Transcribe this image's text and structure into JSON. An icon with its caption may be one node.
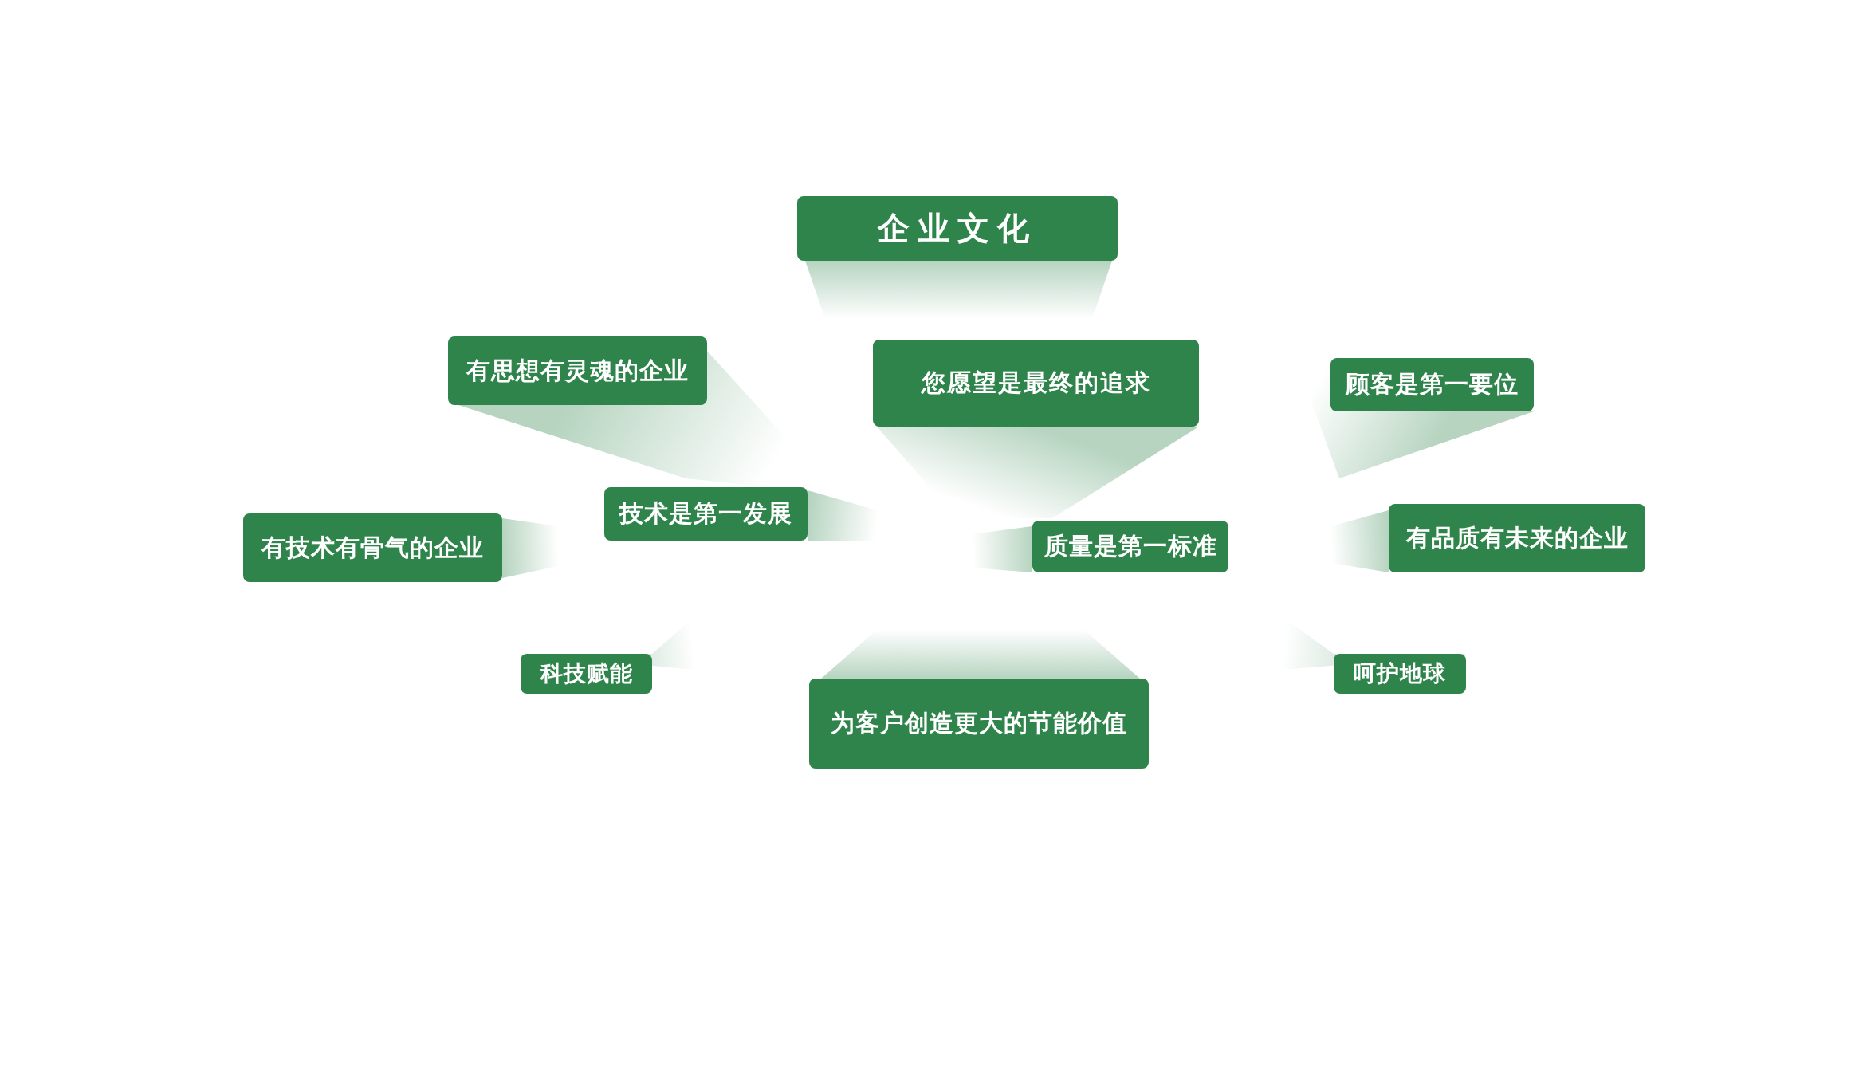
{
  "diagram": {
    "nodes": [
      {
        "text": [
          "企业文化"
        ]
      },
      {
        "text": [
          "有思想有灵魂的企业"
        ]
      },
      {
        "text": [
          "您愿望是最终的追求"
        ]
      },
      {
        "text": [
          "顾客是第一要位"
        ]
      },
      {
        "text": [
          "技术是第一发展"
        ]
      },
      {
        "text": [
          "有技术有骨气的企业"
        ]
      },
      {
        "text": [
          "质量是第一标准"
        ]
      },
      {
        "text": [
          "有品质有未来的企业"
        ]
      },
      {
        "text": [
          "科技赋能"
        ]
      },
      {
        "text": [
          "为客户创造更大的节能价值"
        ]
      },
      {
        "text": [
          "呵护地球"
        ]
      }
    ]
  }
}
